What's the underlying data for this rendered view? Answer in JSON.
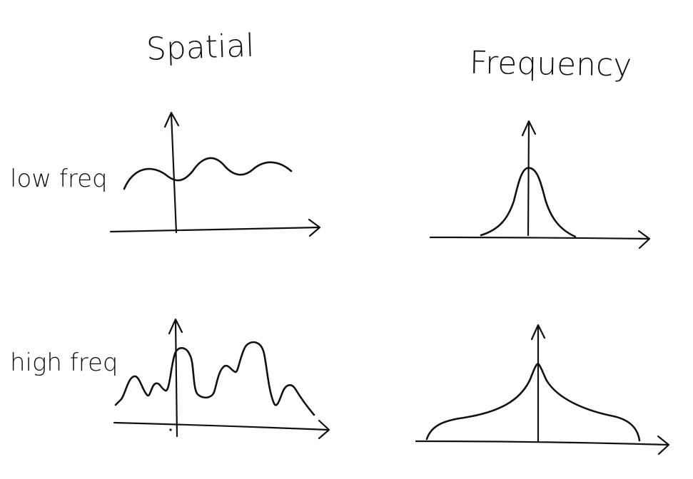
{
  "headers": {
    "spatial": "Spatial",
    "frequency": "Frequency"
  },
  "rows": {
    "low": "low freq",
    "high": "high freq"
  },
  "colors": {
    "ink": "#111111",
    "background": "#ffffff"
  }
}
